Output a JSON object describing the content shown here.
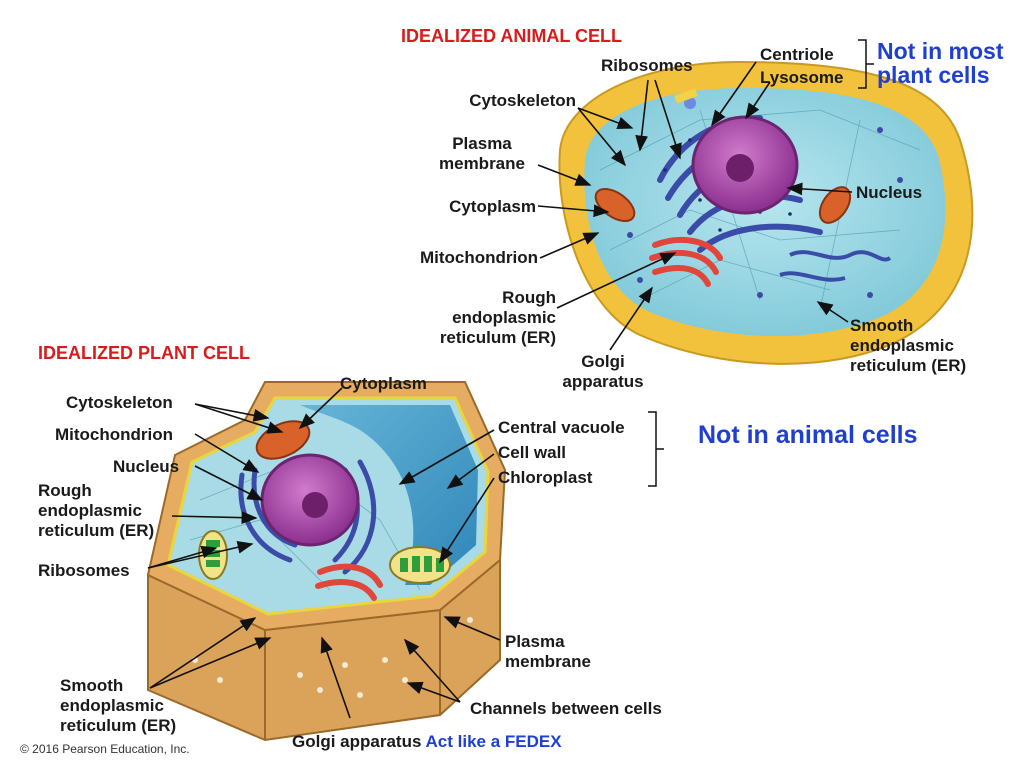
{
  "animal": {
    "title": "IDEALIZED ANIMAL CELL",
    "labels": {
      "ribosomes": "Ribosomes",
      "centriole": "Centriole",
      "lysosome": "Lysosome",
      "cytoskeleton": "Cytoskeleton",
      "plasma_membrane": "Plasma\nmembrane",
      "cytoplasm": "Cytoplasm",
      "mitochondrion": "Mitochondrion",
      "rough_er": "Rough\nendoplasmic\nreticulum (ER)",
      "golgi": "Golgi\napparatus",
      "nucleus": "Nucleus",
      "smooth_er": "Smooth\nendoplasmic\nreticulum (ER)"
    },
    "bracket_note": "Not in most\nplant cells"
  },
  "plant": {
    "title": "IDEALIZED PLANT CELL",
    "labels": {
      "cytoplasm": "Cytoplasm",
      "cytoskeleton": "Cytoskeleton",
      "mitochondrion": "Mitochondrion",
      "nucleus": "Nucleus",
      "rough_er": "Rough\nendoplasmic\nreticulum (ER)",
      "ribosomes": "Ribosomes",
      "central_vacuole": "Central vacuole",
      "cell_wall": "Cell wall",
      "chloroplast": "Chloroplast",
      "plasma_membrane": "Plasma\nmembrane",
      "smooth_er": "Smooth\nendoplasmic\nreticulum (ER)",
      "channels": "Channels between cells",
      "golgi": "Golgi apparatus",
      "golgi_note": "Act like a FEDEX"
    },
    "bracket_note": "Not in animal cells"
  },
  "copyright": "© 2016 Pearson Education, Inc.",
  "colors": {
    "title_red": "#d81b1b",
    "note_blue": "#1e3fd0",
    "wall_tan": "#e0a85a",
    "membrane_yellow": "#f4c83a",
    "cytoplasm_blue": "#8fd3e0",
    "nucleus_purple": "#a0429a",
    "er_blue": "#3b4ba8",
    "mito_orange": "#d9622b",
    "golgi_red": "#e0463a",
    "chloroplast_green": "#2e9e3a"
  }
}
